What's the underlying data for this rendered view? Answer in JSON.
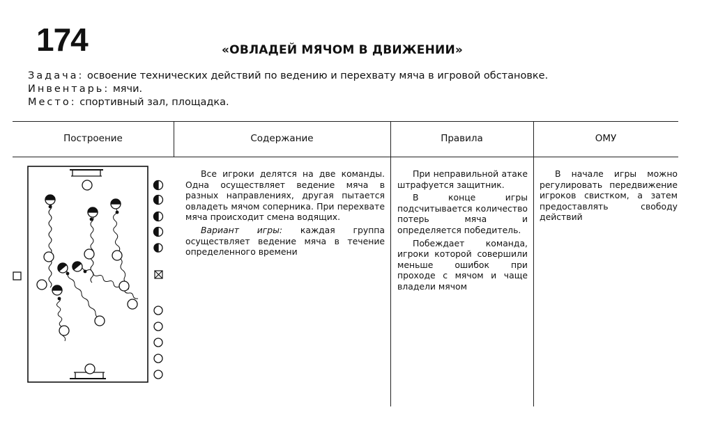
{
  "game": {
    "number": "174",
    "title": "«ОВЛАДЕЙ МЯЧОМ В ДВИЖЕНИИ»"
  },
  "meta": {
    "task_label": "Задача:",
    "task_text": "освоение технических действий по ведению и перехвату мяча в игровой обстановке.",
    "inventory_label": "Инвентарь:",
    "inventory_text": "мячи.",
    "place_label": "Место:",
    "place_text": "спортивный зал, площадка."
  },
  "table": {
    "headers": {
      "formation": "Построение",
      "content": "Содержание",
      "rules": "Правила",
      "omu": "ОМУ"
    },
    "content": {
      "p1": "Все игроки делятся на две команды. Одна осуществляет ведение мяча в разных направлениях, другая пытается овладеть мячом соперника. При перехвате мяча происходит смена водящих.",
      "variant_label": "Вариант игры:",
      "variant_text": "каждая группа осуществляет ведение мяча в течение определенного времени"
    },
    "rules": {
      "p1": "При неправильной атаке штрафуется защитник.",
      "p2": "В конце игры подсчитывается количество потерь мяча и определяется победитель.",
      "p3": "Побеждает команда, игроки которой совершили меньше ошибок при проходе с мячом и чаще владели мячом"
    },
    "omu": {
      "p1": "В начале игры можно регулировать передвижение игроков свистком, а затем предоставлять свободу действий"
    }
  },
  "diagram": {
    "icons": [
      "team-a-player-icon",
      "team-b-player-icon",
      "ball-icon",
      "coach-icon",
      "referee-icon",
      "goal-icon"
    ]
  }
}
